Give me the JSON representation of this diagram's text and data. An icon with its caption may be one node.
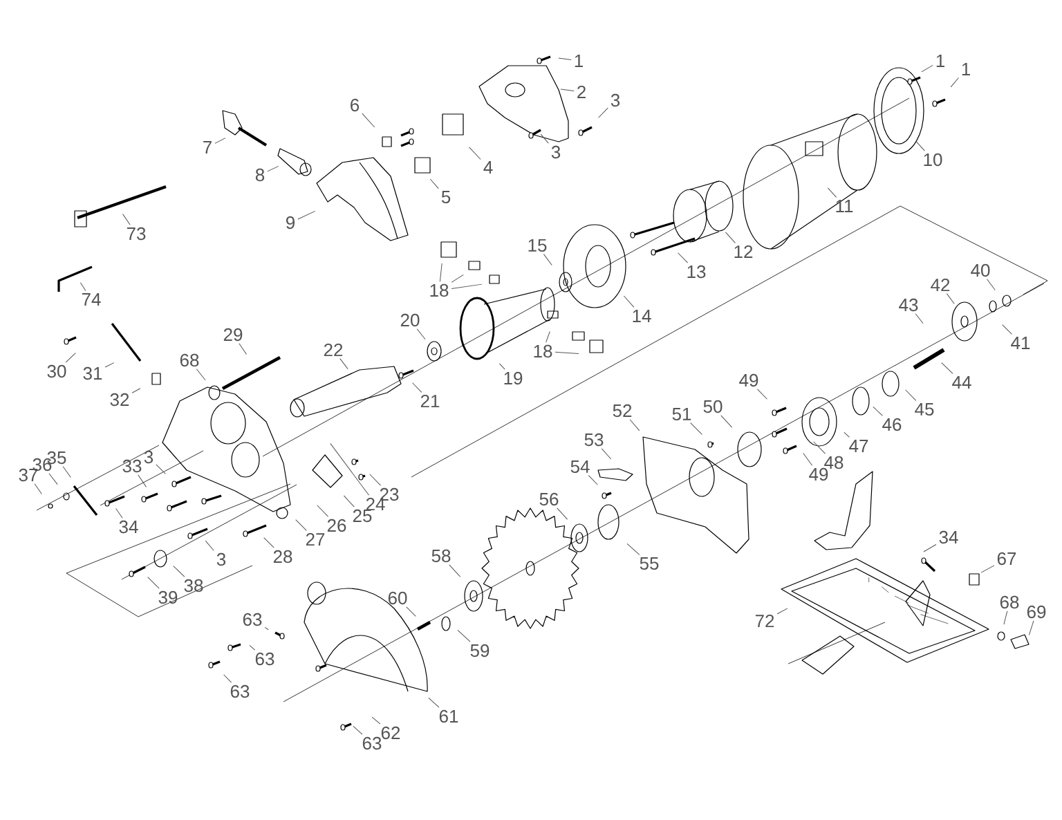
{
  "diagram": {
    "nodes": [
      {
        "text": [
          "1"
        ]
      },
      {
        "text": [
          "2"
        ]
      },
      {
        "text": [
          "3"
        ]
      },
      {
        "text": [
          "6"
        ]
      },
      {
        "text": [
          "1"
        ]
      },
      {
        "text": [
          "1"
        ]
      },
      {
        "text": [
          "7"
        ]
      },
      {
        "text": [
          "3"
        ]
      },
      {
        "text": [
          "10"
        ]
      },
      {
        "text": [
          "4"
        ]
      },
      {
        "text": [
          "8"
        ]
      },
      {
        "text": [
          "5"
        ]
      },
      {
        "text": [
          "11"
        ]
      },
      {
        "text": [
          "9"
        ]
      },
      {
        "text": [
          "73"
        ]
      },
      {
        "text": [
          "15"
        ]
      },
      {
        "text": [
          "12"
        ]
      },
      {
        "text": [
          "13"
        ]
      },
      {
        "text": [
          "40"
        ]
      },
      {
        "text": [
          "42"
        ]
      },
      {
        "text": [
          "18"
        ]
      },
      {
        "text": [
          "74"
        ]
      },
      {
        "text": [
          "43"
        ]
      },
      {
        "text": [
          "14"
        ]
      },
      {
        "text": [
          "20"
        ]
      },
      {
        "text": [
          "41"
        ]
      },
      {
        "text": [
          "29"
        ]
      },
      {
        "text": [
          "22"
        ]
      },
      {
        "text": [
          "18"
        ]
      },
      {
        "text": [
          "68"
        ]
      },
      {
        "text": [
          "30"
        ]
      },
      {
        "text": [
          "31"
        ]
      },
      {
        "text": [
          "19"
        ]
      },
      {
        "text": [
          "49"
        ]
      },
      {
        "text": [
          "44"
        ]
      },
      {
        "text": [
          "32"
        ]
      },
      {
        "text": [
          "21"
        ]
      },
      {
        "text": [
          "50"
        ]
      },
      {
        "text": [
          "45"
        ]
      },
      {
        "text": [
          "52"
        ]
      },
      {
        "text": [
          "51"
        ]
      },
      {
        "text": [
          "46"
        ]
      },
      {
        "text": [
          "53"
        ]
      },
      {
        "text": [
          "47"
        ]
      },
      {
        "text": [
          "3"
        ]
      },
      {
        "text": [
          "35"
        ]
      },
      {
        "text": [
          "48"
        ]
      },
      {
        "text": [
          "36"
        ]
      },
      {
        "text": [
          "33"
        ]
      },
      {
        "text": [
          "54"
        ]
      },
      {
        "text": [
          "49"
        ]
      },
      {
        "text": [
          "37"
        ]
      },
      {
        "text": [
          "23"
        ]
      },
      {
        "text": [
          "56"
        ]
      },
      {
        "text": [
          "24"
        ]
      },
      {
        "text": [
          "25"
        ]
      },
      {
        "text": [
          "26"
        ]
      },
      {
        "text": [
          "34"
        ]
      },
      {
        "text": [
          "34"
        ]
      },
      {
        "text": [
          "27"
        ]
      },
      {
        "text": [
          "58"
        ]
      },
      {
        "text": [
          "28"
        ]
      },
      {
        "text": [
          "67"
        ]
      },
      {
        "text": [
          "3"
        ]
      },
      {
        "text": [
          "55"
        ]
      },
      {
        "text": [
          "38"
        ]
      },
      {
        "text": [
          "39"
        ]
      },
      {
        "text": [
          "60"
        ]
      },
      {
        "text": [
          "68"
        ]
      },
      {
        "text": [
          "69"
        ]
      },
      {
        "text": [
          "63"
        ]
      },
      {
        "text": [
          "72"
        ]
      },
      {
        "text": [
          "59"
        ]
      },
      {
        "text": [
          "63"
        ]
      },
      {
        "text": [
          "63"
        ]
      },
      {
        "text": [
          "61"
        ]
      },
      {
        "text": [
          "62"
        ]
      },
      {
        "text": [
          "63"
        ]
      }
    ],
    "edges": [
      {
        "from": 0,
        "to": null,
        "arrow": "none"
      },
      {
        "from": 1,
        "to": null,
        "arrow": "none"
      },
      {
        "from": 2,
        "to": null,
        "arrow": "none"
      },
      {
        "from": 3,
        "to": null,
        "arrow": "none"
      },
      {
        "from": 4,
        "to": null,
        "arrow": "none"
      },
      {
        "from": 5,
        "to": null,
        "arrow": "none"
      },
      {
        "from": 6,
        "to": null,
        "arrow": "none"
      },
      {
        "from": 7,
        "to": null,
        "arrow": "none"
      },
      {
        "from": 8,
        "to": null,
        "arrow": "none"
      },
      {
        "from": 9,
        "to": null,
        "arrow": "none"
      },
      {
        "from": 10,
        "to": null,
        "arrow": "none"
      },
      {
        "from": 11,
        "to": null,
        "arrow": "none"
      },
      {
        "from": 12,
        "to": null,
        "arrow": "none"
      },
      {
        "from": 13,
        "to": null,
        "arrow": "none"
      },
      {
        "from": 14,
        "to": null,
        "arrow": "none"
      },
      {
        "from": 15,
        "to": null,
        "arrow": "none"
      },
      {
        "from": 16,
        "to": null,
        "arrow": "none"
      },
      {
        "from": 17,
        "to": null,
        "arrow": "none"
      },
      {
        "from": 18,
        "to": null,
        "arrow": "none"
      },
      {
        "from": 19,
        "to": null,
        "arrow": "none"
      },
      {
        "from": 20,
        "to": null,
        "arrow": "none"
      },
      {
        "from": 20,
        "to": null,
        "arrow": "none"
      },
      {
        "from": 20,
        "to": null,
        "arrow": "none"
      },
      {
        "from": 21,
        "to": null,
        "arrow": "none"
      },
      {
        "from": 22,
        "to": null,
        "arrow": "none"
      },
      {
        "from": 23,
        "to": null,
        "arrow": "none"
      },
      {
        "from": 24,
        "to": null,
        "arrow": "none"
      },
      {
        "from": 25,
        "to": null,
        "arrow": "none"
      },
      {
        "from": 26,
        "to": null,
        "arrow": "none"
      },
      {
        "from": 27,
        "to": null,
        "arrow": "none"
      },
      {
        "from": 28,
        "to": null,
        "arrow": "none"
      },
      {
        "from": 28,
        "to": null,
        "arrow": "none"
      },
      {
        "from": 29,
        "to": null,
        "arrow": "none"
      },
      {
        "from": 30,
        "to": null,
        "arrow": "none"
      },
      {
        "from": 31,
        "to": null,
        "arrow": "none"
      },
      {
        "from": 32,
        "to": null,
        "arrow": "none"
      },
      {
        "from": 33,
        "to": null,
        "arrow": "none"
      },
      {
        "from": 34,
        "to": null,
        "arrow": "none"
      },
      {
        "from": 35,
        "to": null,
        "arrow": "none"
      },
      {
        "from": 36,
        "to": null,
        "arrow": "none"
      },
      {
        "from": 37,
        "to": null,
        "arrow": "none"
      },
      {
        "from": 38,
        "to": null,
        "arrow": "none"
      },
      {
        "from": 39,
        "to": null,
        "arrow": "none"
      },
      {
        "from": 40,
        "to": null,
        "arrow": "none"
      },
      {
        "from": 41,
        "to": null,
        "arrow": "none"
      },
      {
        "from": 42,
        "to": null,
        "arrow": "none"
      },
      {
        "from": 43,
        "to": null,
        "arrow": "none"
      },
      {
        "from": 44,
        "to": null,
        "arrow": "none"
      },
      {
        "from": 45,
        "to": null,
        "arrow": "none"
      },
      {
        "from": 46,
        "to": null,
        "arrow": "none"
      },
      {
        "from": 47,
        "to": null,
        "arrow": "none"
      },
      {
        "from": 48,
        "to": null,
        "arrow": "none"
      },
      {
        "from": 49,
        "to": null,
        "arrow": "none"
      },
      {
        "from": 50,
        "to": null,
        "arrow": "none"
      },
      {
        "from": 51,
        "to": null,
        "arrow": "none"
      },
      {
        "from": 52,
        "to": null,
        "arrow": "none"
      },
      {
        "from": 53,
        "to": null,
        "arrow": "none"
      },
      {
        "from": 54,
        "to": null,
        "arrow": "none"
      },
      {
        "from": 55,
        "to": null,
        "arrow": "none"
      },
      {
        "from": 56,
        "to": null,
        "arrow": "none"
      },
      {
        "from": 57,
        "to": null,
        "arrow": "none"
      },
      {
        "from": 58,
        "to": null,
        "arrow": "none"
      },
      {
        "from": 59,
        "to": null,
        "arrow": "none"
      },
      {
        "from": 60,
        "to": null,
        "arrow": "none"
      },
      {
        "from": 61,
        "to": null,
        "arrow": "none"
      },
      {
        "from": 62,
        "to": null,
        "arrow": "none"
      },
      {
        "from": 63,
        "to": null,
        "arrow": "none"
      },
      {
        "from": 64,
        "to": null,
        "arrow": "none"
      },
      {
        "from": 65,
        "to": null,
        "arrow": "none"
      },
      {
        "from": 66,
        "to": null,
        "arrow": "none"
      },
      {
        "from": 67,
        "to": null,
        "arrow": "none"
      },
      {
        "from": 68,
        "to": null,
        "arrow": "none"
      },
      {
        "from": 69,
        "to": null,
        "arrow": "none"
      },
      {
        "from": 70,
        "to": null,
        "arrow": "none"
      },
      {
        "from": 71,
        "to": null,
        "arrow": "none"
      },
      {
        "from": 72,
        "to": null,
        "arrow": "none"
      },
      {
        "from": 73,
        "to": null,
        "arrow": "none"
      },
      {
        "from": 74,
        "to": null,
        "arrow": "none"
      },
      {
        "from": 75,
        "to": null,
        "arrow": "none"
      },
      {
        "from": 76,
        "to": null,
        "arrow": "none"
      },
      {
        "from": 77,
        "to": null,
        "arrow": "none"
      }
    ]
  }
}
